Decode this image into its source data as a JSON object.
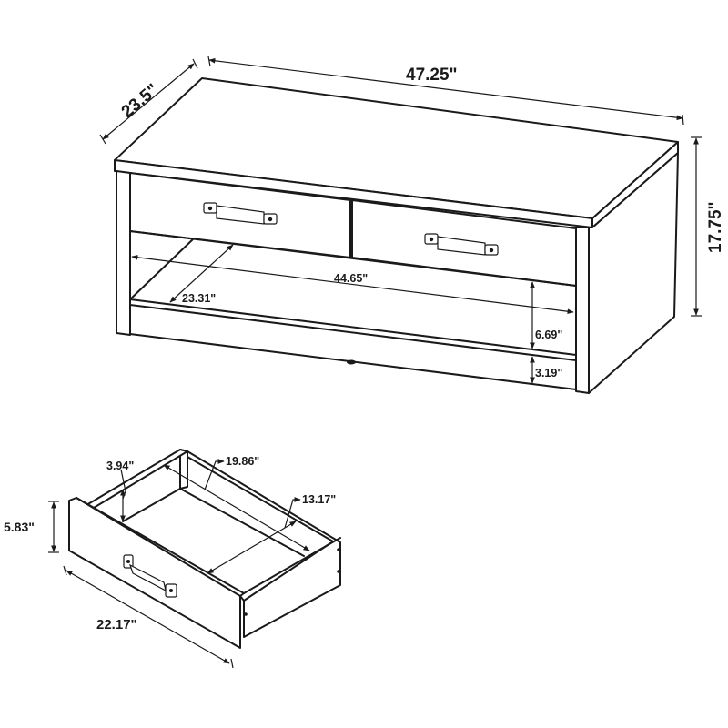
{
  "diagram": {
    "type": "furniture-dimension-drawing",
    "subject": "Coffee table with two drawers and open shelf",
    "table": {
      "dimensions": {
        "width": "47.25\"",
        "depth": "23.5\"",
        "height": "17.75\"",
        "shelf_width": "44.65\"",
        "shelf_depth": "23.31\"",
        "shelf_opening_height": "6.69\"",
        "base_clearance": "3.19\""
      },
      "drawer_count": 2
    },
    "drawer": {
      "dimensions": {
        "front_height": "5.83\"",
        "front_width": "22.17\"",
        "interior_depth": "3.94\"",
        "interior_length": "19.86\"",
        "interior_width": "13.17\""
      }
    },
    "colors": {
      "line": "#1a1a1a",
      "background": "#ffffff"
    }
  }
}
